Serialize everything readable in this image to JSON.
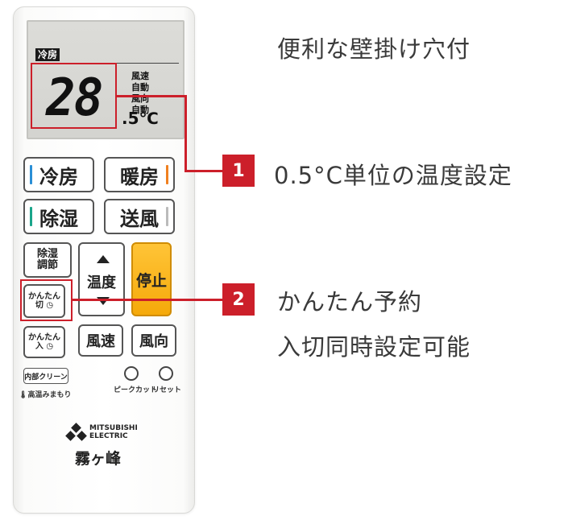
{
  "lcd": {
    "mode": "冷房",
    "temperature": "28",
    "decimal": ".5",
    "unit": "℃",
    "side_labels": [
      "風速",
      "自動",
      "風向",
      "自動"
    ]
  },
  "buttons": {
    "cool": "冷房",
    "heat": "暖房",
    "dehumid": "除湿",
    "fan": "送風",
    "dehumid_adjust_l1": "除湿",
    "dehumid_adjust_l2": "調節",
    "temperature": "温度",
    "stop": "停止",
    "easy_off_l1": "かんたん",
    "easy_off_l2": "切",
    "easy_on_l1": "かんたん",
    "easy_on_l2": "入",
    "fan_speed": "風速",
    "fan_direction": "風向",
    "internal_clean": "内部クリーン",
    "high_temp_note": "高温みまもり",
    "peak_cut": "ピークカット",
    "reset": "リセット"
  },
  "logo": {
    "line1": "MITSUBISHI",
    "line2": "ELECTRIC",
    "brand": "霧ヶ峰"
  },
  "captions": {
    "header": "便利な壁掛け穴付",
    "feature1": "0.5°C単位の温度設定",
    "feature2_l1": "かんたん予約",
    "feature2_l2": "入切同時設定可能"
  },
  "markers": {
    "one": "1",
    "two": "2"
  },
  "colors": {
    "accent_red": "#cc1f2a",
    "stop_orange": "#f5a90a",
    "cool_blue": "#2a8fd6",
    "heat_orange": "#f08020",
    "dehumid_teal": "#1aa58a",
    "fan_gray": "#bbbbbb"
  }
}
